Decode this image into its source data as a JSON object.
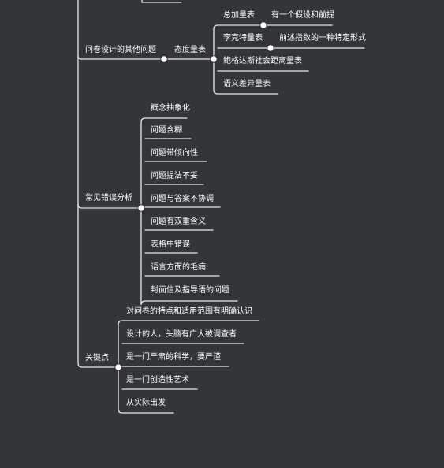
{
  "mindmap": {
    "other_issues": {
      "label": "问卷设计的其他问题",
      "attitude_scale": {
        "label": "态度量表",
        "items": [
          {
            "label": "总加量表",
            "note": "有一个假设和前提"
          },
          {
            "label": "李克特量表",
            "note": "前述指数的一种特定形式"
          },
          {
            "label": "鲍格达斯社会距离量表"
          },
          {
            "label": "语义差异量表"
          }
        ]
      }
    },
    "common_errors": {
      "label": "常见错误分析",
      "items": [
        "概念抽象化",
        "问题含糊",
        "问题带倾向性",
        "问题提法不妥",
        "问题与答案不协调",
        "问题有双重含义",
        "表格中错误",
        "语言方面的毛病",
        "封面信及指导语的问题"
      ]
    },
    "key_points": {
      "label": "关键点",
      "items": [
        "对问卷的特点和适用范围有明确认识",
        "设计的人，头脑有广大被调查者",
        "是一门严肃的科学，要严谨",
        "是一门创造性艺术",
        "从实际出发"
      ]
    }
  },
  "colors": {
    "background": "#333539",
    "line": "#e9e9e9",
    "text": "#ffffff"
  }
}
